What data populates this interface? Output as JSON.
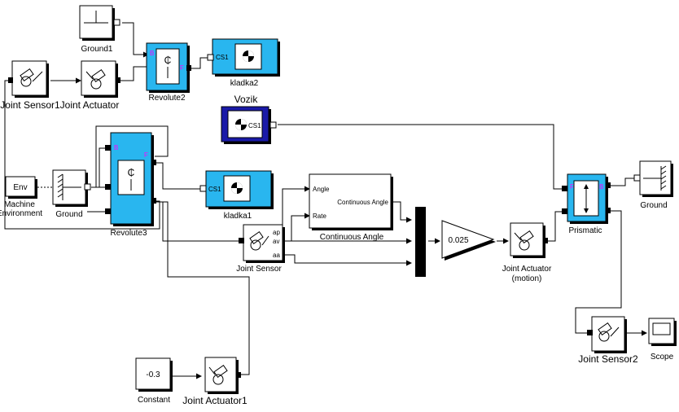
{
  "model": {
    "blocks": {
      "ground1": {
        "label": "Ground1"
      },
      "joint_sensor1": {
        "label": "Joint Sensor1"
      },
      "joint_actuator": {
        "label": "Joint Actuator"
      },
      "revolute2": {
        "label": "Revolute2",
        "port_b": "B",
        "port_f": "F"
      },
      "kladka2": {
        "label": "kladka2",
        "text": "CS1"
      },
      "vozik": {
        "label": "Vozik",
        "text": "CS1"
      },
      "env": {
        "text": "Env",
        "label_line1": "Machine",
        "label_line2": "Environment"
      },
      "ground": {
        "label": "Ground"
      },
      "revolute3": {
        "label": "Revolute3",
        "port_b": "B",
        "port_f": "F"
      },
      "kladka1": {
        "label": "kladka1",
        "text": "CS1"
      },
      "continuous_angle": {
        "label": "Continuous Angle",
        "inner": "Continuous Angle",
        "port_angle": "Angle",
        "port_rate": "Rate"
      },
      "joint_sensor": {
        "label": "Joint Sensor",
        "port_ap": "ap",
        "port_av": "av",
        "port_aa": "aa"
      },
      "gain": {
        "value": "0.025"
      },
      "joint_actuator_motion": {
        "label_line1": "Joint Actuator",
        "label_line2": "(motion)"
      },
      "prismatic": {
        "label": "Prismatic",
        "port_f": "F",
        "port_b": "B"
      },
      "ground_right": {
        "label": "Ground"
      },
      "joint_sensor2": {
        "label": "Joint Sensor2"
      },
      "scope": {
        "label": "Scope"
      },
      "constant": {
        "value": "-0.3",
        "label": "Constant"
      },
      "joint_actuator1": {
        "label": "Joint Actuator1"
      }
    },
    "colors": {
      "block_cyan": "#29b6ef",
      "vozik_blue": "#1a1aa8",
      "magenta": "#ff00ff"
    }
  }
}
